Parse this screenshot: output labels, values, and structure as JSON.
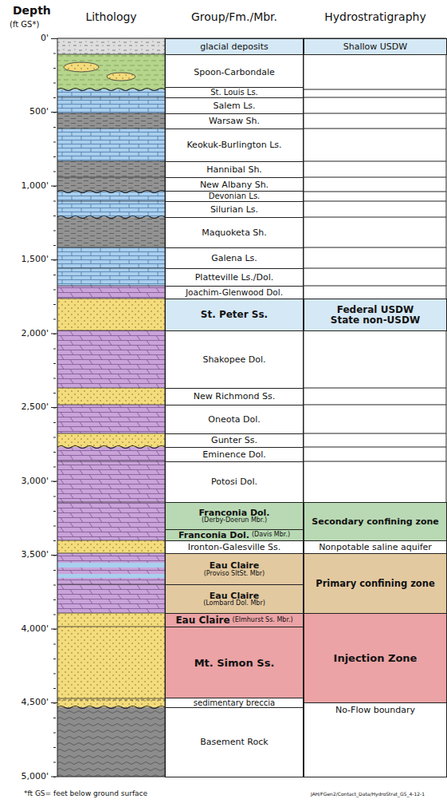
{
  "diagram": {
    "nodes": [
      {
        "text": [
          "glacial deposits"
        ]
      },
      {
        "text": [
          "Shallow USDW"
        ]
      },
      {
        "text": [
          "Spoon-Carbondale"
        ]
      },
      {
        "text": [
          "St. Louis Ls."
        ]
      },
      {
        "text": [
          "Salem Ls."
        ]
      },
      {
        "text": [
          "Warsaw Sh."
        ]
      },
      {
        "text": [
          "Keokuk-Burlington Ls."
        ]
      },
      {
        "text": [
          "Hannibal Sh."
        ]
      },
      {
        "text": [
          "New Albany Sh."
        ]
      },
      {
        "text": [
          "Devonian Ls."
        ]
      },
      {
        "text": [
          "Silurian Ls."
        ]
      },
      {
        "text": [
          "Maquoketa Sh."
        ]
      },
      {
        "text": [
          "Galena Ls."
        ]
      },
      {
        "text": [
          "Platteville Ls./Dol."
        ]
      },
      {
        "text": [
          "Joachim-Glenwood Dol."
        ]
      },
      {
        "text": [
          "St. Peter Ss."
        ]
      },
      {
        "text": [
          "Federal USDW",
          "State non-USDW"
        ]
      },
      {
        "text": [
          "Shakopee Dol."
        ]
      },
      {
        "text": [
          "New Richmond Ss."
        ]
      },
      {
        "text": [
          "Oneota Dol."
        ]
      },
      {
        "text": [
          "Gunter Ss."
        ]
      },
      {
        "text": [
          "Eminence Dol."
        ]
      },
      {
        "text": [
          "Potosi Dol."
        ]
      },
      {
        "text": [
          "Franconia Dol.",
          "(Derby-Doerun Mbr.)"
        ]
      },
      {
        "text": [
          "Secondary confining zone"
        ]
      },
      {
        "text": [
          "Franconia Dol.",
          "(Davis Mbr.)"
        ]
      },
      {
        "text": [
          "Ironton-Galesville Ss."
        ]
      },
      {
        "text": [
          "Nonpotable saline aquifer"
        ]
      },
      {
        "text": [
          "Eau Claire",
          "(Proviso SltSt. Mbr)"
        ]
      },
      {
        "text": [
          "Primary confining zone"
        ]
      },
      {
        "text": [
          "Eau Claire",
          "(Lombard Dol. Mbr)"
        ]
      },
      {
        "text": [
          "Eau Claire",
          "(Elmhurst Ss. Mbr.)"
        ]
      },
      {
        "text": [
          "Injection Zone"
        ]
      },
      {
        "text": [
          "Mt. Simon Ss."
        ]
      },
      {
        "text": [
          "sedimentary breccia"
        ]
      },
      {
        "text": [
          "Basement Rock"
        ]
      },
      {
        "text": [
          "No-Flow boundary"
        ]
      }
    ],
    "labels": [
      "Depth",
      "(ft GS*)",
      "Lithology",
      "Group/Fm./Mbr.",
      "Hydrostratigraphy",
      "0'",
      "500'",
      "1,000'",
      "1,500'",
      "2,000'",
      "2,500'",
      "3,000'",
      "3,500'",
      "4,000'",
      "4,500'",
      "5,000'",
      "*ft GS= feet below ground surface",
      "JAH/FGen2/Contact_Data/HydroStrat_GS_4-12-1"
    ]
  }
}
